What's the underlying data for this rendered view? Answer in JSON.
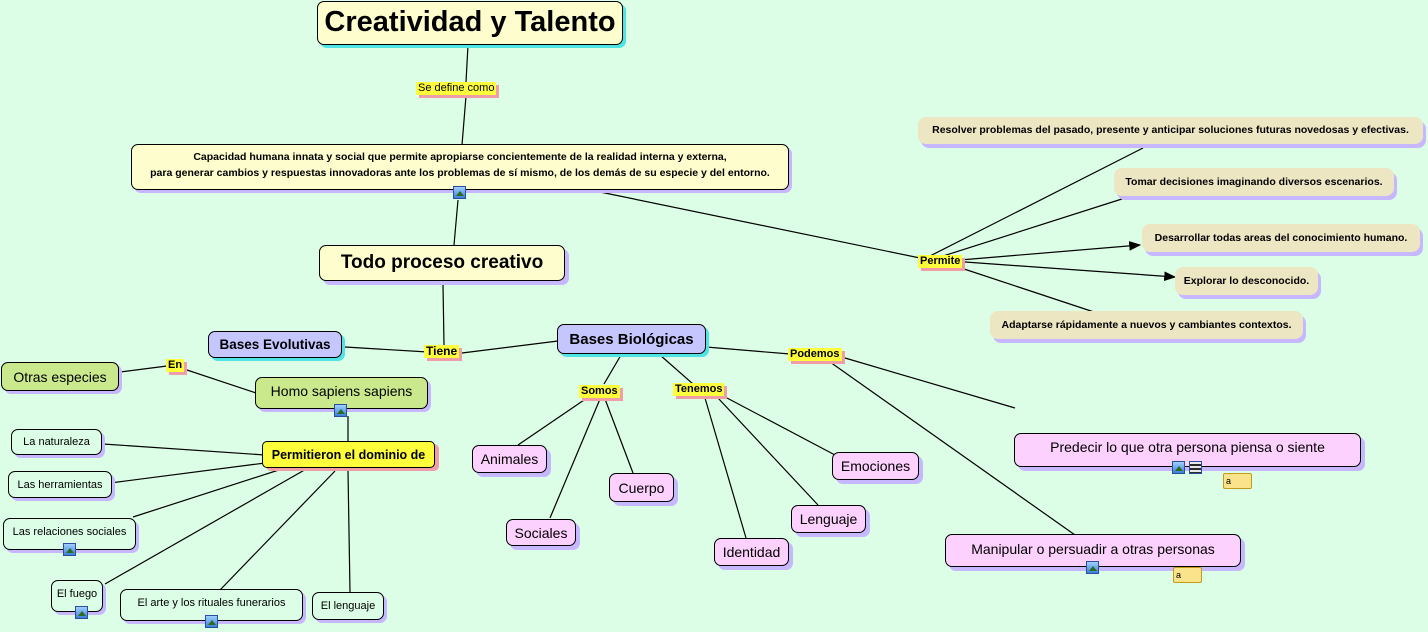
{
  "title": "Creatividad y Talento",
  "link_define": "Se  define  como",
  "definition": {
    "line1": "Capacidad humana innata y social que permite apropiarse concientemente de la realidad interna y externa,",
    "line2": "para generar cambios y respuestas innovadoras ante los problemas de sí mismo, de los demás de su especie y del entorno."
  },
  "process": "Todo proceso creativo",
  "link_permite": "Permite",
  "permite_items": [
    "Resolver problemas del pasado, presente y anticipar soluciones futuras novedosas y efectivas.",
    "Tomar decisiones imaginando diversos escenarios.",
    "Desarrollar todas areas del conocimiento humano.",
    "Explorar lo desconocido.",
    "Adaptarse rápidamente a nuevos y cambiantes contextos."
  ],
  "link_tiene": "Tiene",
  "bases_evolutivas": "Bases Evolutivas",
  "bases_biologicas": "Bases Biológicas",
  "link_en": "En",
  "otras_especies": "Otras   especies",
  "homo": "Homo  sapiens  sapiens",
  "dominio": "Permitieron el dominio de",
  "dominio_items": {
    "naturaleza": "La  naturaleza",
    "herramientas": "Las  herramientas",
    "relaciones": "Las  relaciones  sociales",
    "fuego": "El  fuego",
    "arte": "El  arte  y  los  rituales  funerarios",
    "lenguaje": "El  lenguaje"
  },
  "link_somos": "Somos",
  "somos_items": {
    "animales": "Animales",
    "sociales": "Sociales",
    "cuerpo": "Cuerpo"
  },
  "link_tenemos": "Tenemos",
  "tenemos_items": {
    "emociones": "Emociones",
    "lenguaje": "Lenguaje",
    "identidad": "Identidad"
  },
  "link_podemos": "Podemos",
  "podemos_items": {
    "predecir": "Predecir  lo  que  otra  persona  piensa  o  siente",
    "manipular": "Manipular  o  persuadir  a  otras  personas"
  },
  "note_text": "a",
  "colors": {
    "background": "#dcfde6",
    "cream": "#fdfdcd",
    "blue": "#c6c6ff",
    "green": "#c9e98c",
    "pink": "#fdd1fd",
    "tan": "#ece6c3",
    "link_label": "#fdfd3b"
  },
  "icons": [
    "image-icon",
    "film-icon",
    "note-icon"
  ]
}
